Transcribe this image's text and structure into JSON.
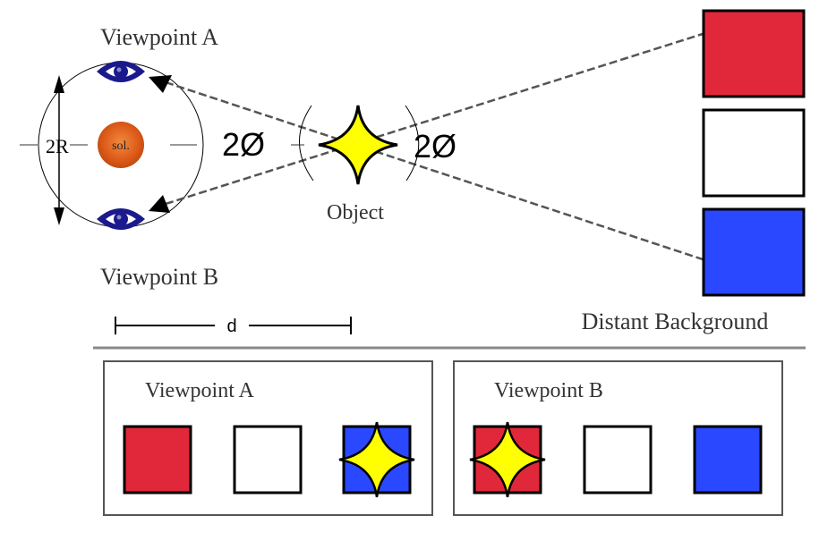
{
  "labels": {
    "viewpoint_a": "Viewpoint A",
    "viewpoint_b": "Viewpoint B",
    "sun": "sol.",
    "diameter": "2R",
    "angle_left": "2Ø",
    "angle_right": "2Ø",
    "object": "Object",
    "distance": "d",
    "background": "Distant Background"
  },
  "colors": {
    "red": "#e0283a",
    "white": "#ffffff",
    "blue": "#2a48ff",
    "eye": "#1a1a8c",
    "star": "#ffff00",
    "sun": "#e0601e"
  },
  "background_squares": [
    "red",
    "white",
    "blue"
  ],
  "panels": [
    {
      "title": "Viewpoint A",
      "squares": [
        "red",
        "white",
        "blue"
      ],
      "object_on": 2
    },
    {
      "title": "Viewpoint B",
      "squares": [
        "red",
        "white",
        "blue"
      ],
      "object_on": 0
    }
  ]
}
